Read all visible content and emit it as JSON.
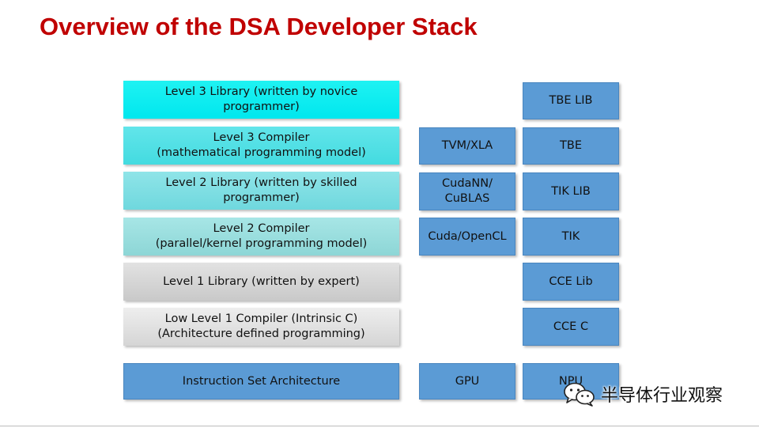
{
  "title": "Overview of the DSA Developer Stack",
  "layers": [
    {
      "label": "Level 3 Library (written by novice\nprogrammer)"
    },
    {
      "label": "Level 3 Compiler\n(mathematical programming model)"
    },
    {
      "label": "Level 2 Library (written by skilled\nprogrammer)"
    },
    {
      "label": "Level 2 Compiler\n(parallel/kernel programming model)"
    },
    {
      "label": "Level 1 Library (written by expert)"
    },
    {
      "label": "Low Level 1 Compiler (Intrinsic C)\n(Architecture defined programming)"
    },
    {
      "label": "Instruction Set Architecture"
    }
  ],
  "gpu_column": [
    "TVM/XLA",
    "CudaNN/\nCuBLAS",
    "Cuda/OpenCL",
    "GPU"
  ],
  "npu_column": [
    "TBE LIB",
    "TBE",
    "TIK LIB",
    "TIK",
    "CCE Lib",
    "CCE C",
    "NPU"
  ],
  "watermark": {
    "text": "半导体行业观察",
    "icon": "wechat-icon"
  },
  "colors": {
    "title": "#c00000",
    "box_blue": "#5b9bd5"
  }
}
